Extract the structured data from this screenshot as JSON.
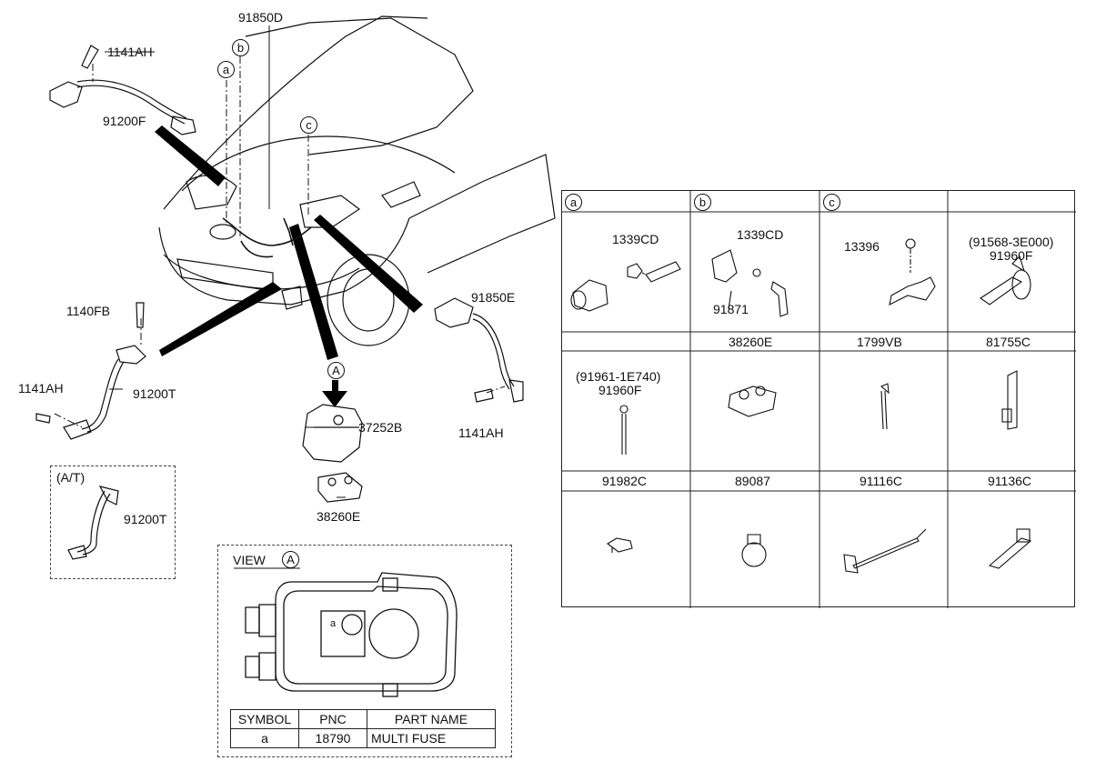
{
  "callouts": {
    "c_1141AH_top": "1141AH",
    "c_91850D": "91850D",
    "c_91200F": "91200F",
    "c_1140FB": "1140FB",
    "c_1141AH_left": "1141AH",
    "c_91200T": "91200T",
    "c_91850E": "91850E",
    "c_1141AH_right": "1141AH",
    "c_37252B": "37252B",
    "c_38260E": "38260E",
    "c_at": "(A/T)",
    "c_91200T_at": "91200T"
  },
  "markers": {
    "a": "a",
    "b": "b",
    "c": "c",
    "A": "A"
  },
  "view": {
    "title": "VIEW",
    "marker": "A",
    "fuse_label": "a",
    "table": {
      "headers": [
        "SYMBOL",
        "PNC",
        "PART NAME"
      ],
      "rows": [
        [
          "a",
          "18790",
          "MULTI FUSE"
        ]
      ]
    }
  },
  "parts_grid": {
    "header_row": [
      "a",
      "b",
      "c",
      ""
    ],
    "row1": {
      "a": [
        "1339CD"
      ],
      "b": [
        "1339CD",
        "91871"
      ],
      "c": [
        "13396"
      ],
      "d": [
        "(91568-3E000)",
        "91960F"
      ]
    },
    "labels_row2": [
      "",
      "38260E",
      "1799VB",
      "81755C"
    ],
    "row2_first": [
      "(91961-1E740)",
      "91960F"
    ],
    "labels_row3": [
      "91982C",
      "89087",
      "91116C",
      "91136C"
    ]
  }
}
